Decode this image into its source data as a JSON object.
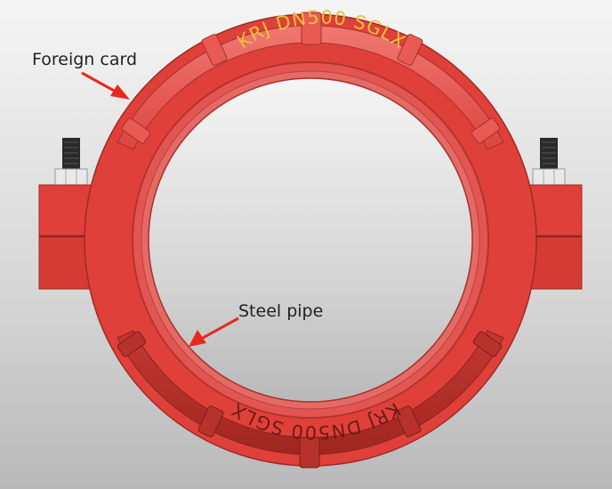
{
  "annotations": {
    "foreign_card": "Foreign card",
    "steel_pipe": "Steel pipe"
  },
  "embossed_text": {
    "top": "KRJ DN500 SGLX",
    "bottom": "KRJ DN500 SGLX"
  },
  "colors": {
    "background_light": "#f4f4f4",
    "background_dark": "#bdbdbd",
    "coupling_red": "#e0403a",
    "coupling_dark": "#b5302c",
    "arrow_red": "#e8281e",
    "embossed_text": "#e8c23a",
    "bolt": "#2a2a2a",
    "nut": "#e6e6e6"
  }
}
